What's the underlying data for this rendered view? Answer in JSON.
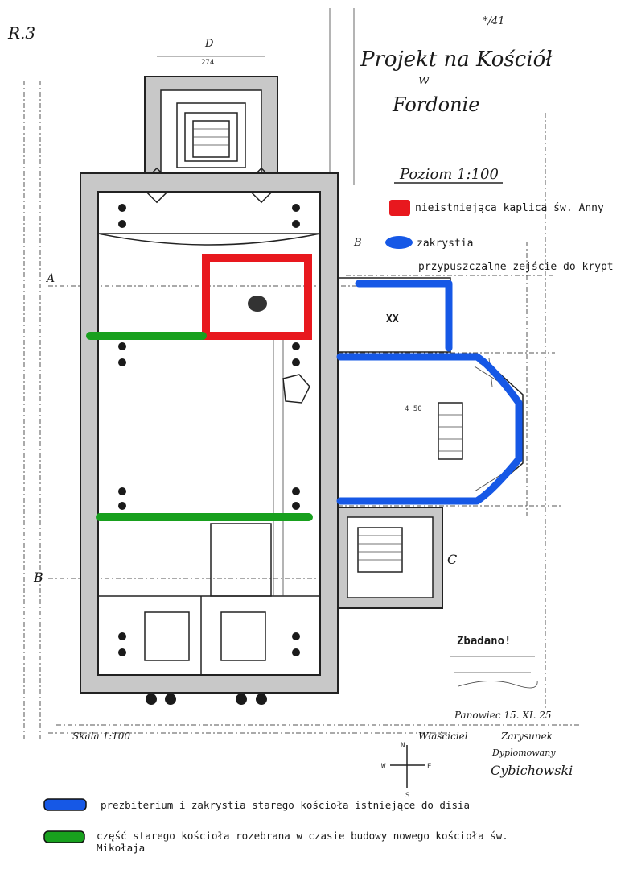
{
  "sheet_no": "R.3",
  "corner_mark": "*/41",
  "title_line1": "Projekt na Kościół",
  "title_line2": "w",
  "title_line3": "Fordonie",
  "scale_note": "Poziom 1:100",
  "north_letter": "D",
  "letters": {
    "a": "A",
    "b": "B",
    "c": "C",
    "b_lower": "B"
  },
  "room_label": "XX",
  "inner_dim_top": "274",
  "inner_dim_apse": "4 50",
  "legend_top": {
    "red": "nieistniejąca kaplica św. Anny",
    "blue": "zakrystia",
    "crypt": "przypuszczalne zejście do krypt"
  },
  "legend_bottom": {
    "blue": "prezbiterium i zakrystia starego kościoła istniejące do disia",
    "green": "część starego kościoła rozebrana w czasie budowy nowego kościoła św. Mikołaja"
  },
  "approval": {
    "stamp": "Zbadano!",
    "place_date": "Panowiec 15. XI. 25",
    "left_label": "Skala 1:100",
    "author_label": "Właściciel",
    "drawn": "Zarysunek",
    "drawn_by": "Dyplomowany",
    "signature": "Cybichowski"
  },
  "compass": {
    "n": "N",
    "s": "S",
    "e": "E",
    "w": "W"
  },
  "colors": {
    "red": "#e8181e",
    "blue": "#1658e6",
    "green": "#18a01e",
    "ink": "#1a1a1a"
  },
  "icons": [
    "compass-icon",
    "staircase-icon",
    "pillar-icon"
  ]
}
